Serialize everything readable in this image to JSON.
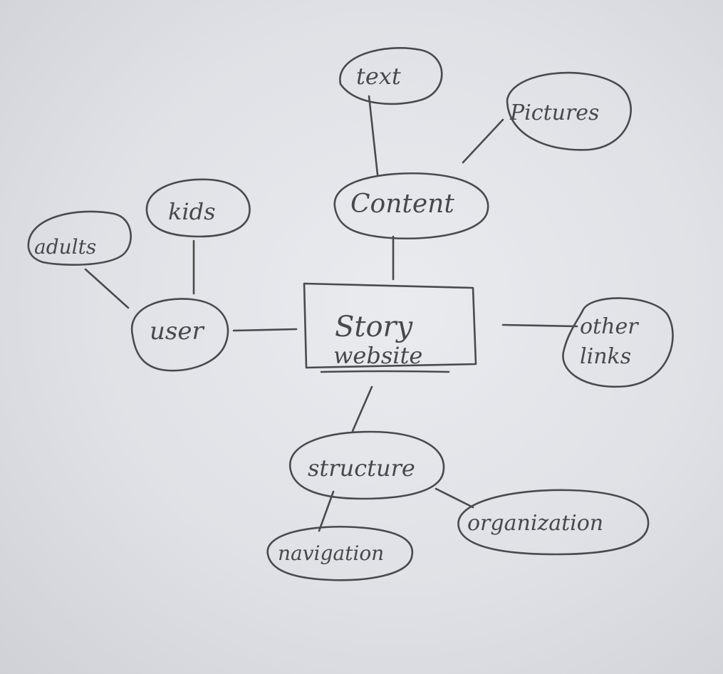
{
  "diagram": {
    "center": {
      "line1": "Story",
      "line2": "website"
    },
    "nodes": {
      "content": "Content",
      "text": "text",
      "pictures": "Pictures",
      "user": "user",
      "kids": "kids",
      "adults": "adults",
      "other_links_1": "other",
      "other_links_2": "links",
      "structure": "structure",
      "navigation": "navigation",
      "organization": "organization"
    }
  },
  "colors": {
    "ink": "#4a4a4e",
    "paper": "#e4e6ea"
  }
}
